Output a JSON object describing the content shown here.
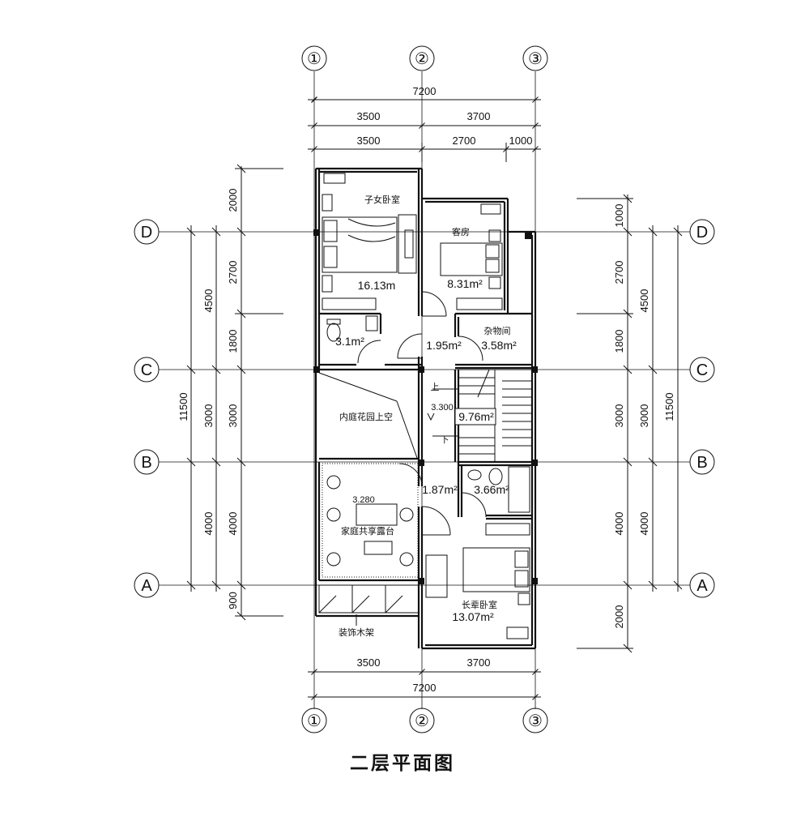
{
  "drawing_title": "二层平面图",
  "axes": {
    "vertical": [
      "①",
      "②",
      "③"
    ],
    "horizontal": [
      "D",
      "C",
      "B",
      "A"
    ]
  },
  "dimensions": {
    "top_total": "7200",
    "top_row1": [
      "3500",
      "3700"
    ],
    "top_row2": [
      "3500",
      "2700",
      "1000"
    ],
    "bottom_row": [
      "3500",
      "3700"
    ],
    "bottom_total": "7200",
    "left_outer_total": "11500",
    "left_outer": [
      "4500",
      "3000",
      "4000"
    ],
    "left_inner": [
      "2000",
      "2700",
      "1800",
      "3000",
      "4000",
      "900"
    ],
    "right_outer_total": "11500",
    "right_outer": [
      "4500",
      "3000",
      "4000"
    ],
    "right_inner": [
      "1000",
      "2700",
      "1800",
      "3000",
      "4000",
      "2000"
    ]
  },
  "rooms": {
    "children_bedroom": {
      "name": "子女卧室",
      "area": "16.13m"
    },
    "guest_room": {
      "name": "客房",
      "area": "8.31m²"
    },
    "bath_upper": {
      "area": "3.1m²"
    },
    "hall_upper": {
      "area": "1.95m²"
    },
    "storage": {
      "name": "杂物间",
      "area": "3.58m²"
    },
    "courtyard_void": {
      "name": "内庭花园上空"
    },
    "stair": {
      "area": "9.76m²",
      "level": "3.300",
      "up": "上",
      "down": "下"
    },
    "hall_lower": {
      "area": "1.87m²"
    },
    "bath_lower": {
      "area": "3.66m²"
    },
    "terrace": {
      "name": "家庭共享露台",
      "level": "3.280"
    },
    "elder_bedroom": {
      "name": "长辈卧室",
      "area": "13.07m²"
    },
    "deco_rack": {
      "name": "装饰木架"
    }
  }
}
